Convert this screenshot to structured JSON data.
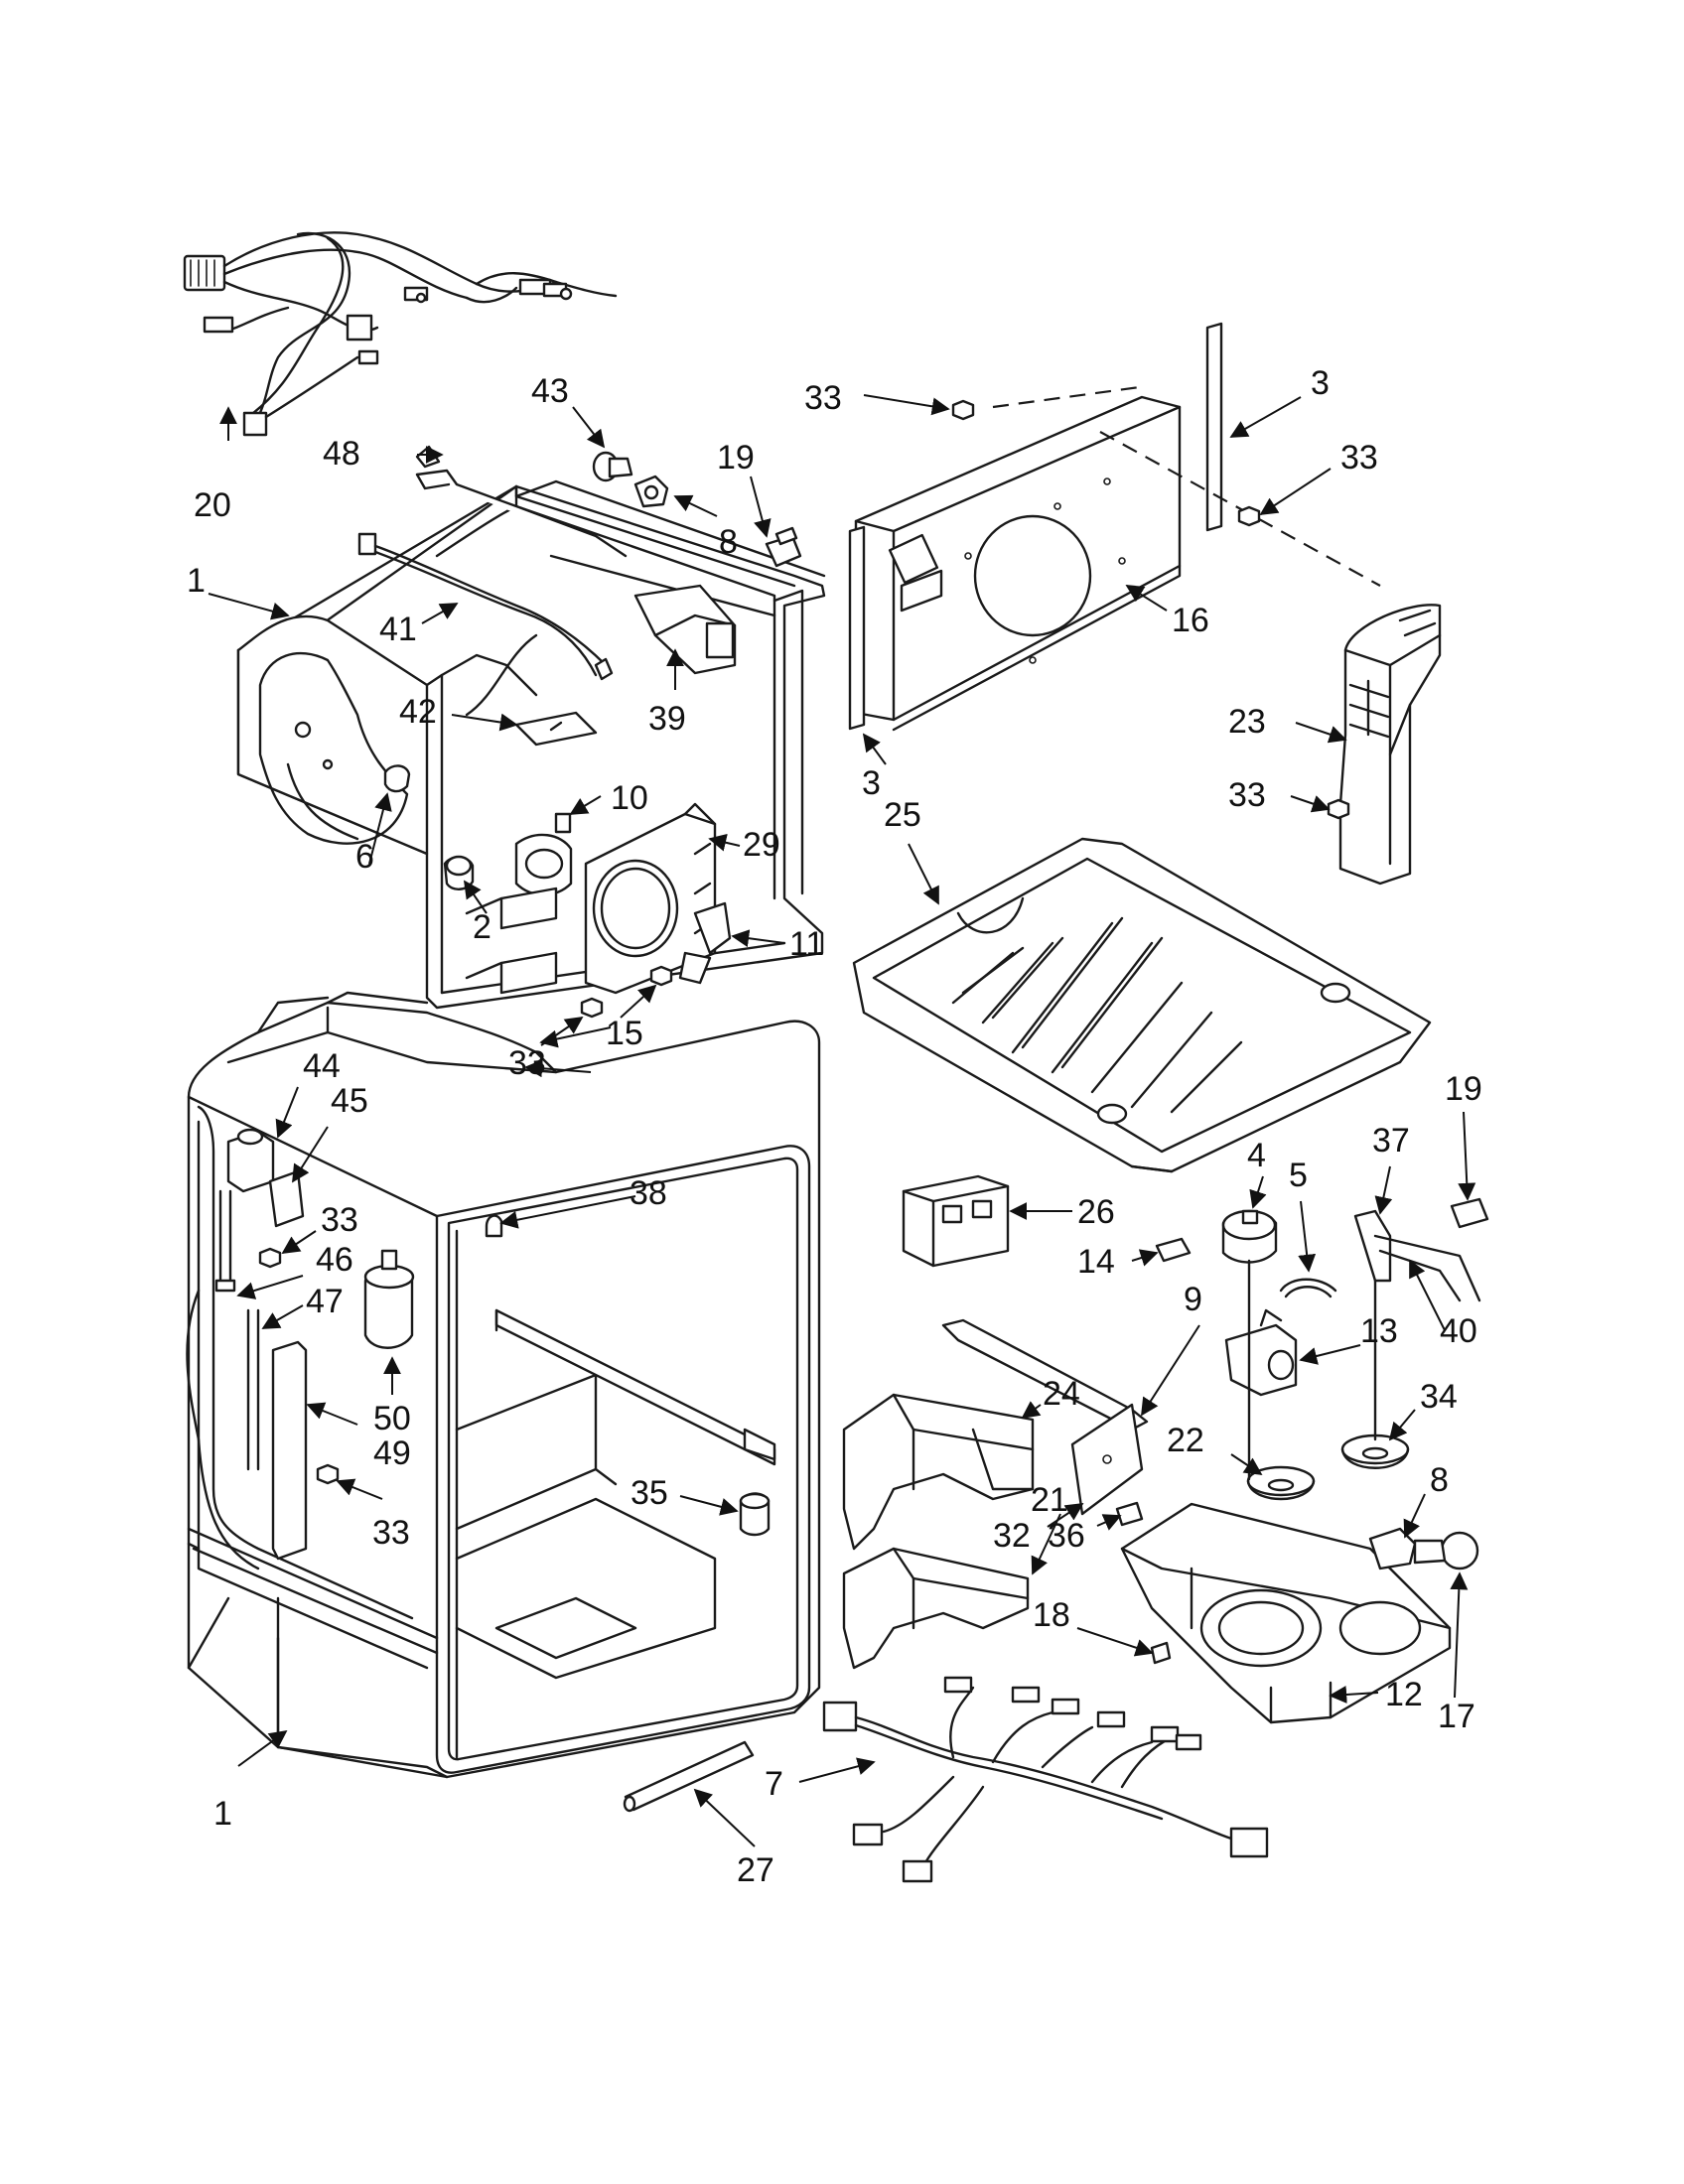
{
  "labels": {
    "p1a": "1",
    "p1b": "1",
    "p2": "2",
    "p3a": "3",
    "p3b": "3",
    "p4": "4",
    "p5": "5",
    "p6": "6",
    "p7": "7",
    "p8a": "8",
    "p8b": "8",
    "p9": "9",
    "p10": "10",
    "p11": "11",
    "p12": "12",
    "p13": "13",
    "p14": "14",
    "p15": "15",
    "p16": "16",
    "p17": "17",
    "p18": "18",
    "p19a": "19",
    "p19b": "19",
    "p20": "20",
    "p21": "21",
    "p22": "22",
    "p23": "23",
    "p24": "24",
    "p25": "25",
    "p26": "26",
    "p27": "27",
    "p29": "29",
    "p32": "32",
    "p33a": "33",
    "p33b": "33",
    "p33c": "33",
    "p33d": "33",
    "p33e": "33",
    "p33f": "33",
    "p34": "34",
    "p35": "35",
    "p36": "36",
    "p37": "37",
    "p38": "38",
    "p39": "39",
    "p40": "40",
    "p41": "41",
    "p42": "42",
    "p43": "43",
    "p44": "44",
    "p45": "45",
    "p46": "46",
    "p47": "47",
    "p48": "48",
    "p49": "49",
    "p50": "50"
  },
  "colors": {
    "line": "#1a1a1a",
    "background": "#ffffff"
  }
}
